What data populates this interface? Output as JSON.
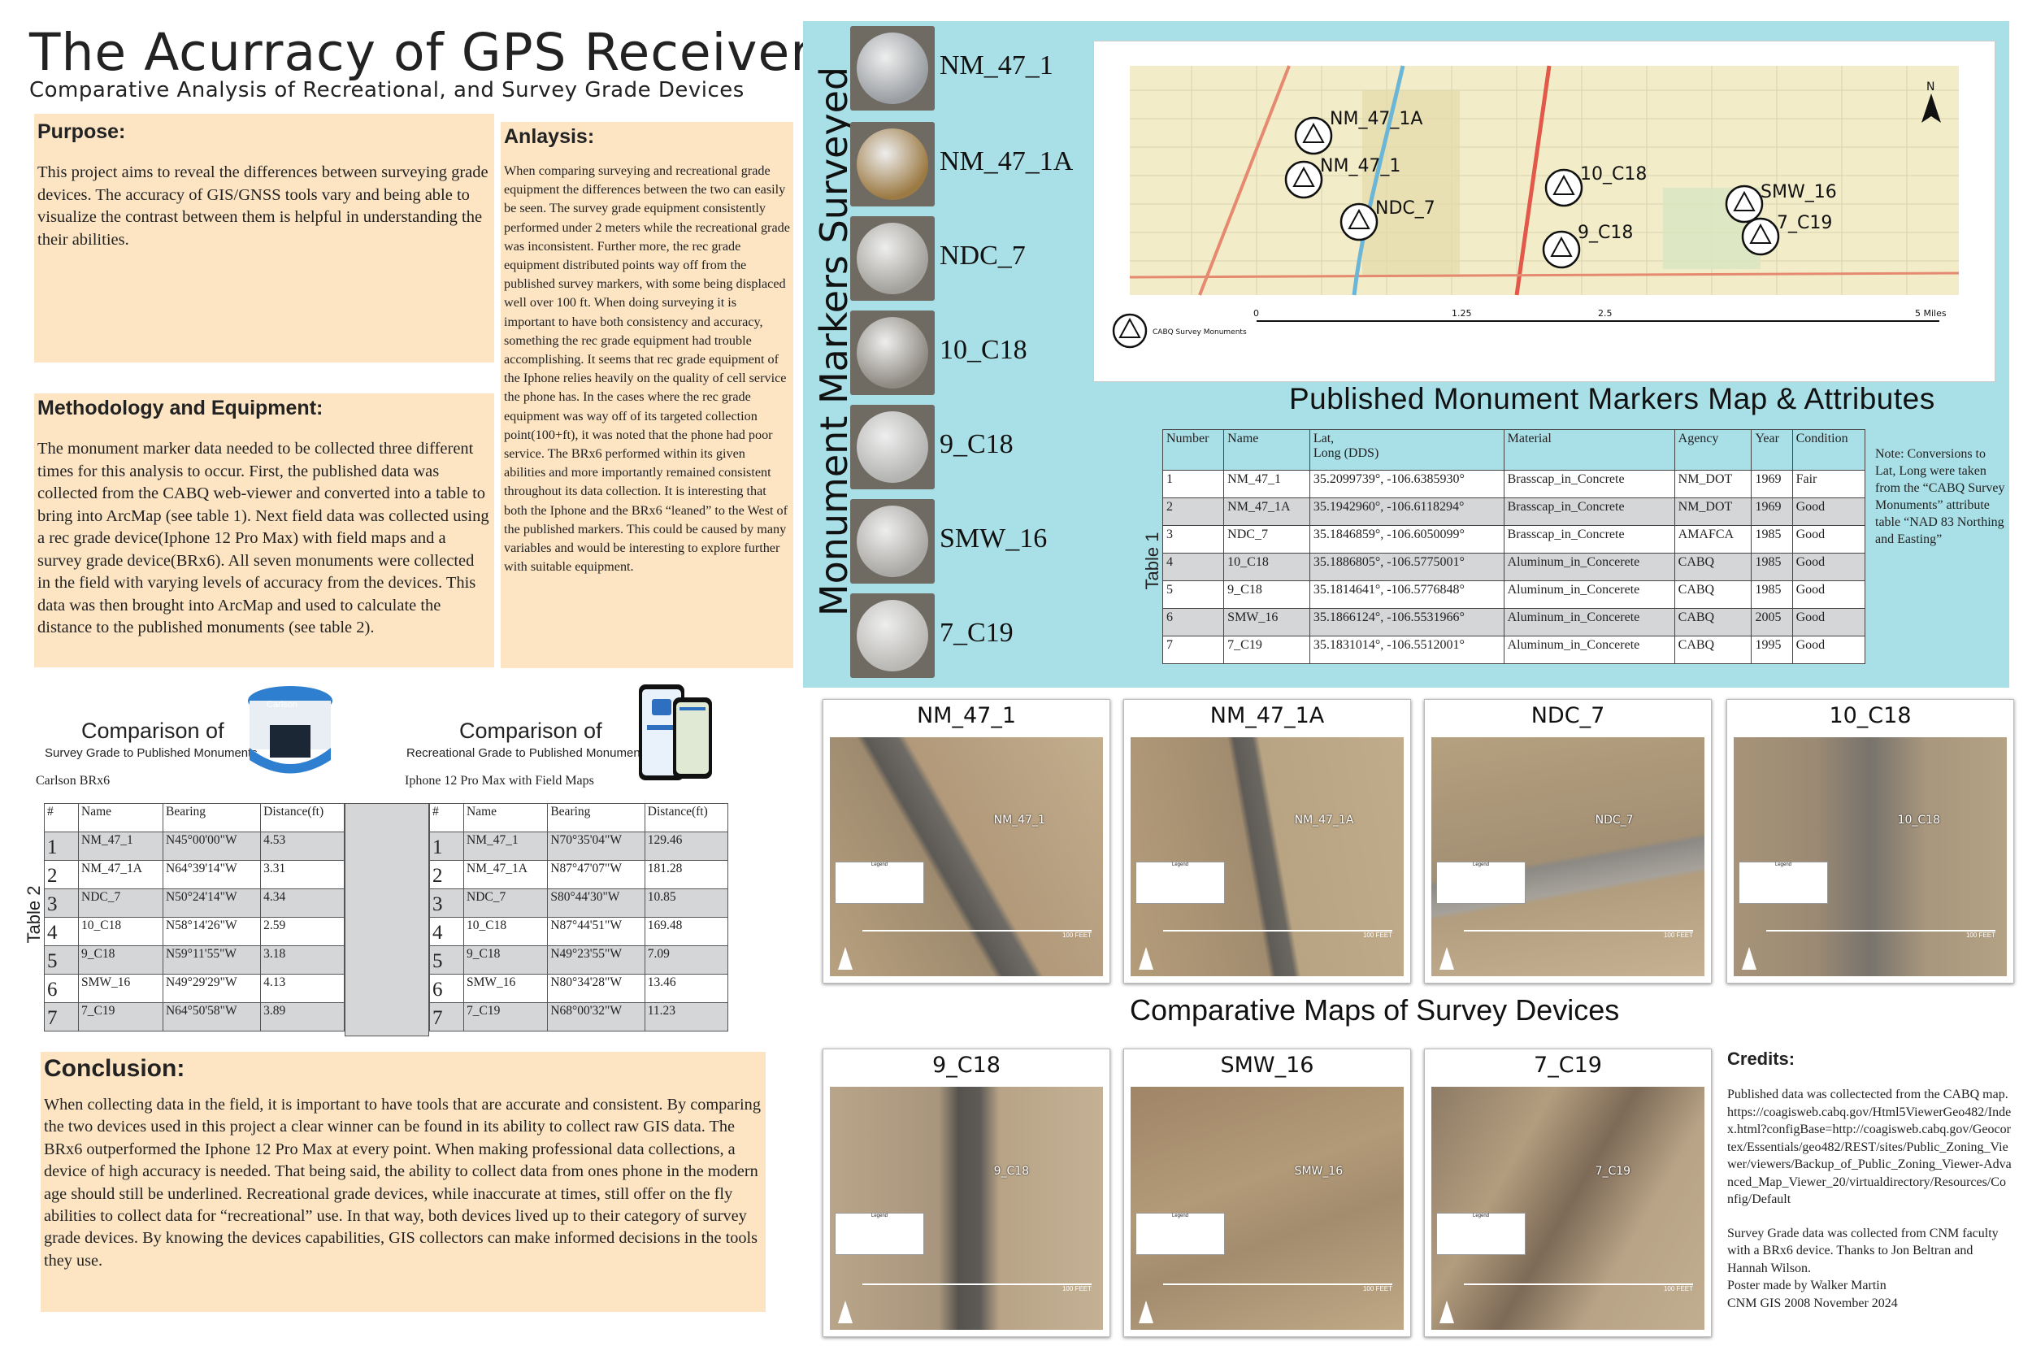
{
  "title": "The Acurracy of GPS Receivers",
  "subtitle": "Comparative Analysis of Recreational, and Survey Grade Devices",
  "purpose": {
    "heading": "Purpose:",
    "text": "This project aims to reveal the differences between surveying grade devices. The accuracy of GIS/GNSS tools vary and being able to visualize the contrast between them is helpful in understanding the their abilities."
  },
  "methodology": {
    "heading": "Methodology and Equipment:",
    "text": "The monument marker data needed to be collected three different times for this analysis to occur. First, the published data was collected from the CABQ web-viewer and converted into a table to bring into ArcMap (see table 1). Next field data was collected using a rec grade device(Iphone 12 Pro Max) with field maps and a survey grade device(BRx6). All seven monuments were collected in the field with varying levels of accuracy from the devices. This data was then brought into ArcMap and used to calculate the distance to the published monuments (see table 2)."
  },
  "analysis": {
    "heading": "Anlaysis:",
    "text": "When comparing surveying and recreational grade equipment the differences between the two can easily be seen. The survey grade equipment consistently performed under 2 meters while the recreational grade was inconsistent. Further more, the rec grade equipment distributed points way off from the published survey markers, with some being displaced well over 100 ft. When doing surveying it is important to have both consistency and accuracy, something the rec grade equipment had trouble accomplishing. It seems that rec grade equipment of the Iphone relies heavily on the quality of cell service the phone has. In the cases where the rec grade equipment was way off of its targeted collection point(100+ft), it was noted that the phone had poor service. The BRx6 performed within its given abilities and more importantly remained consistent throughout its data collection. It is interesting that both the Iphone and the BRx6 “leaned” to the West of the published markers. This could be caused by many variables and would be interesting to explore further with suitable equipment."
  },
  "conclusion": {
    "heading": "Conclusion:",
    "text": "When collecting data in the field, it is important to have tools that are accurate and consistent. By comparing the two devices used in this project a clear winner can be found in its ability to collect raw GIS data. The BRx6 outperformed the Iphone 12 Pro Max at every point. When making professional data collections, a device of high accuracy is needed. That being said, the ability to collect data from ones phone in the modern age should still be underlined. Recreational grade devices, while inaccurate at times, still offer on the fly abilities to collect data for “recreational” use. In that way, both devices lived up to their category of survey grade devices. By knowing the devices capabilities, GIS collectors can make informed decisions in the tools they use."
  },
  "markers_panel": {
    "vertical_title": "Monument Markers Surveyed",
    "markers": [
      {
        "label": "NM_47_1",
        "color": "#9a9ea2"
      },
      {
        "label": "NM_47_1A",
        "color": "#9c7a44"
      },
      {
        "label": "NDC_7",
        "color": "#a3a19b"
      },
      {
        "label": "10_C18",
        "color": "#8e8a82"
      },
      {
        "label": "9_C18",
        "color": "#b4b4b2"
      },
      {
        "label": "SMW_16",
        "color": "#aaa8a4"
      },
      {
        "label": "7_C19",
        "color": "#b9b8b4"
      }
    ]
  },
  "map": {
    "title": "Published Monument Markers Map & Attributes",
    "legend_label": "CABQ Survey Monuments",
    "scale_labels": [
      "0",
      "1.25",
      "2.5",
      "5 Miles"
    ],
    "north": "N",
    "points": [
      "NM_47_1A",
      "NM_47_1",
      "NDC_7",
      "10_C18",
      "9_C18",
      "SMW_16",
      "7_C19"
    ]
  },
  "table1": {
    "label": "Table 1",
    "headers": [
      "Number",
      "Name",
      "Lat,\nLong (DDS)",
      "Material",
      "Agency",
      "Year",
      "Condition"
    ],
    "rows": [
      [
        "1",
        "NM_47_1",
        "35.2099739°, -106.6385930°",
        "Brasscap_in_Concrete",
        "NM_DOT",
        "1969",
        "Fair"
      ],
      [
        "2",
        "NM_47_1A",
        "35.1942960°, -106.6118294°",
        "Brasscap_in_Concrete",
        "NM_DOT",
        "1969",
        "Good"
      ],
      [
        "3",
        "NDC_7",
        "35.1846859°, -106.6050099°",
        "Brasscap_in_Concrete",
        "AMAFCA",
        "1985",
        "Good"
      ],
      [
        "4",
        "10_C18",
        "35.1886805°, -106.5775001°",
        "Aluminum_in_Concerete",
        "CABQ",
        "1985",
        "Good"
      ],
      [
        "5",
        "9_C18",
        "35.1814641°, -106.5776848°",
        "Aluminum_in_Concerete",
        "CABQ",
        "1985",
        "Good"
      ],
      [
        "6",
        "SMW_16",
        "35.1866124°, -106.5531966°",
        "Aluminum_in_Concerete",
        "CABQ",
        "2005",
        "Good"
      ],
      [
        "7",
        "7_C19",
        "35.1831014°, -106.5512001°",
        "Aluminum_in_Concerete",
        "CABQ",
        "1995",
        "Good"
      ]
    ],
    "note": "Note: Conversions to Lat, Long were taken from the “CABQ Survey Monuments” attribute table “NAD 83 Northing and Easting”"
  },
  "comparison_survey": {
    "heading": "Comparison of",
    "sub": "Survey Grade to Published Monuments",
    "device": "Carlson BRx6",
    "brand": "Carlson"
  },
  "comparison_rec": {
    "heading": "Comparison of",
    "sub": "Recreational Grade to Published Monuments",
    "device": "Iphone 12 Pro Max with Field Maps"
  },
  "table2": {
    "label": "Table 2",
    "headers": [
      "#",
      "Name",
      "Bearing",
      "Distance(ft)"
    ],
    "survey_rows": [
      [
        "1",
        "NM_47_1",
        "N45°00'00\"W",
        "4.53"
      ],
      [
        "2",
        "NM_47_1A",
        "N64°39'14\"W",
        "3.31"
      ],
      [
        "3",
        "NDC_7",
        "N50°24'14\"W",
        "4.34"
      ],
      [
        "4",
        "10_C18",
        "N58°14'26\"W",
        "2.59"
      ],
      [
        "5",
        "9_C18",
        "N59°11'55\"W",
        "3.18"
      ],
      [
        "6",
        "SMW_16",
        "N49°29'29\"W",
        "4.13"
      ],
      [
        "7",
        "7_C19",
        "N64°50'58\"W",
        "3.89"
      ]
    ],
    "rec_rows": [
      [
        "1",
        "NM_47_1",
        "N70°35'04\"W",
        "129.46"
      ],
      [
        "2",
        "NM_47_1A",
        "N87°47'07\"W",
        "181.28"
      ],
      [
        "3",
        "NDC_7",
        "S80°44'30\"W",
        "10.85"
      ],
      [
        "4",
        "10_C18",
        "N87°44'51\"W",
        "169.48"
      ],
      [
        "5",
        "9_C18",
        "N49°23'55\"W",
        "7.09"
      ],
      [
        "6",
        "SMW_16",
        "N80°34'28\"W",
        "13.46"
      ],
      [
        "7",
        "7_C19",
        "N68°00'32\"W",
        "11.23"
      ]
    ]
  },
  "comparative_maps": {
    "title": "Comparative Maps of Survey Devices",
    "cards": [
      {
        "title": "NM_47_1",
        "point": "NM_47_1",
        "scale": "100 FEET"
      },
      {
        "title": "NM_47_1A",
        "point": "NM_47_1A",
        "scale": "100 FEET"
      },
      {
        "title": "NDC_7",
        "point": "NDC_7",
        "scale": "100 FEET"
      },
      {
        "title": "10_C18",
        "point": "10_C18",
        "scale": "100 FEET"
      },
      {
        "title": "9_C18",
        "point": "9_C18",
        "scale": "100 FEET"
      },
      {
        "title": "SMW_16",
        "point": "SMW_16",
        "scale": "100 FEET"
      },
      {
        "title": "7_C19",
        "point": "7_C19",
        "scale": "100 FEET"
      }
    ],
    "legend_title": "Legend"
  },
  "credits": {
    "heading": "Credits:",
    "p1": "Published data was collectected from the CABQ map. https://coagisweb.cabq.gov/Html5ViewerGeo482/Index.html?configBase=http://coagisweb.cabq.gov/Geocortex/Essentials/geo482/REST/sites/Public_Zoning_Viewer/viewers/Backup_of_Public_Zoning_Viewer-Advanced_Map_Viewer_20/virtualdirectory/Resources/Config/Default",
    "p2": "Survey Grade data was collected from CNM faculty with a BRx6 device. Thanks to Jon Beltran and Hannah Wilson.",
    "p3": "Poster made by Walker Martin",
    "p4": "CNM GIS 2008 November 2024"
  }
}
